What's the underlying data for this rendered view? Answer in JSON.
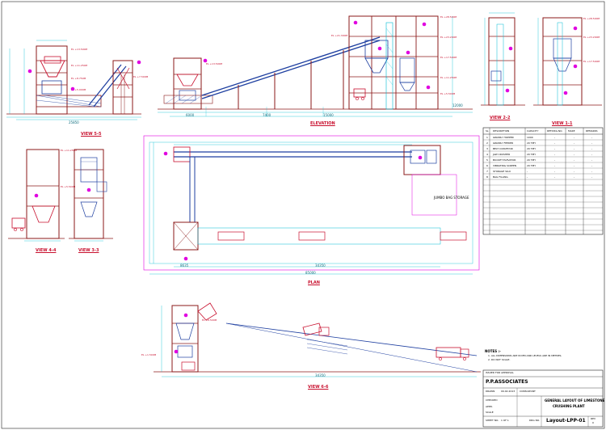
{
  "views": {
    "view55": "VIEW 5-5",
    "elevation": "ELEVATION",
    "view22": "VIEW 2-2",
    "view11": "VIEW 1-1",
    "view44": "VIEW 4-4",
    "view33": "VIEW 3-3",
    "plan": "PLAN",
    "view66": "VIEW 6-6"
  },
  "annotations": {
    "jumbo_bag_storage": "JUMBO BAG STORAGE",
    "notes_title": "NOTES :-",
    "note1": "1. ALL DIMENSIONS ARE IN MM AND LEVELS ARE IN METRES.",
    "note2": "2. DO NOT SCALE."
  },
  "dimensions": {
    "plan_total": "85000",
    "plan_sub1": "8635",
    "plan_sub2": "34350",
    "view55_total": "25850",
    "view66_total": "34350",
    "elev_1": "6000",
    "elev_2": "12000",
    "elev_3": "7400",
    "elev_4": "15000"
  },
  "legend": {
    "headers": [
      "SL",
      "DESCRIPTION",
      "CAPACITY",
      "REF.DRG.NO.",
      "MAKE",
      "REMARKS"
    ],
    "rows": [
      [
        "1",
        "GRIZZLY HOPPER",
        "1000",
        "-",
        "-",
        "-"
      ],
      [
        "2",
        "GRIZZLY FEEDER",
        "20 TPH",
        "-",
        "-",
        "-"
      ],
      [
        "3",
        "BELT CONVEYOR",
        "20 TPH",
        "-",
        "-",
        "-"
      ],
      [
        "4",
        "JAW CRUSHER",
        "20 TPH",
        "-",
        "-",
        "-"
      ],
      [
        "5",
        "BUCKET ELEVATOR",
        "20 TPH",
        "-",
        "-",
        "-"
      ],
      [
        "6",
        "VIBRATING SCREEN",
        "20 TPH",
        "-",
        "-",
        "-"
      ],
      [
        "7",
        "STORAGE SILO",
        "-",
        "-",
        "-",
        "-"
      ],
      [
        "8",
        "BAG FILLING",
        "-",
        "-",
        "-",
        "-"
      ]
    ]
  },
  "title_block": {
    "company": "P.P.ASSOCIATES",
    "title_line1": "GENERAL LAYOUT OF LIMESTONE",
    "title_line2": "CRUSHING PLANT",
    "drg_no": "Layout-LPP-01",
    "drg_no_label": "DRG NO.",
    "sheet_label": "SHEET NO.",
    "sheet_value": "1 OF 1",
    "rev_label": "REV",
    "rev_value": "0",
    "scale_label": "SCALE",
    "issued_for": "ISSUED FOR APPROVAL",
    "drawn": "DRAWN",
    "checked": "CHECKED",
    "approved": "APPD.",
    "consultant": "CONSULTANT",
    "date": "09.02.2013"
  },
  "colors": {
    "structure": "#8b1a1a",
    "conveyor": "#1e3fa0",
    "dimension": "#00bcd4",
    "equipment": "#c8102e",
    "highlight": "#e000e0"
  }
}
